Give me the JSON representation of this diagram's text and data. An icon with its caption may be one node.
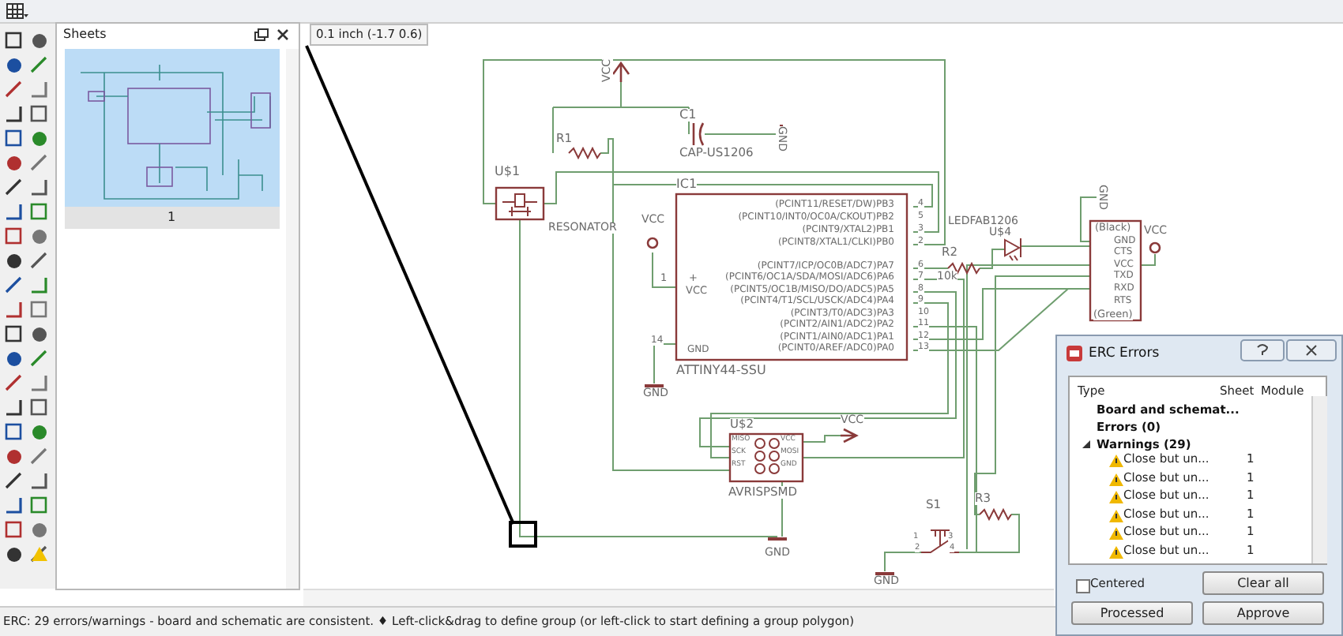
{
  "diagram": {
    "nodes": [
      {
        "text": [
          "Sheets"
        ]
      },
      {
        "text": [
          "1"
        ],
        "in": 0
      },
      {
        "text": [
          "ERC Errors"
        ]
      }
    ],
    "labels": [
      "0.1 inch (-1.7 0.6)",
      "VCC",
      "R1",
      "C1",
      "CAP-US1206",
      "GND",
      "U$1",
      "RESONATOR",
      "IC1",
      "(PCINT11/RESET/DW)PB3",
      "(PCINT10/INT0/OC0A/CKOUT)PB2",
      "(PCINT9/XTAL2)PB1",
      "(PCINT8/XTAL1/CLKI)PB0",
      "(PCINT7/ICP/OC0B/ADC7)PA7",
      "(PCINT6/OC1A/SDA/MOSI/ADC6)PA6",
      "(PCINT5/OC1B/MISO/DO/ADC5)PA5",
      "(PCINT4/T1/SCL/USCK/ADC4)PA4",
      "(PCINT3/T0/ADC3)PA3",
      "(PCINT2/AIN1/ADC2)PA2",
      "(PCINT1/AIN0/ADC1)PA1",
      "(PCINT0/AREF/ADC0)PA0",
      "4",
      "5",
      "3",
      "2",
      "6",
      "7",
      "8",
      "9",
      "10",
      "11",
      "12",
      "13",
      "+",
      "VCC",
      "1",
      "14",
      "GND",
      "ATTINY44-SSU",
      "VCC",
      "GND",
      "R2",
      "10k",
      "LEDFAB1206",
      "U$4",
      "GND",
      "(Black)",
      "GND",
      "CTS",
      "VCC",
      "TXD",
      "RXD",
      "RTS",
      "(Green)",
      "VCC",
      "U$2",
      "MISO",
      "SCK",
      "RST",
      "VCC",
      "MOSI",
      "GND",
      "AVRISPSMD",
      "VCC",
      "GND",
      "S1",
      "1",
      "2",
      "3",
      "4",
      "R3",
      "GND",
      "Type",
      "Sheet",
      "Module",
      "Board and schemat...",
      "Errors (0)",
      "Warnings (29)",
      "Close but un...",
      "Close but un...",
      "Close but un...",
      "Close but un...",
      "Close but un...",
      "Close but un...",
      "1",
      "1",
      "1",
      "1",
      "1",
      "1",
      "Centered",
      "Clear all",
      "Processed",
      "Approve",
      "ERC: 29 errors/warnings - board and schematic are consistent. ♦ Left-click&drag to define group (or left-click to start defining a group polygon)"
    ]
  }
}
